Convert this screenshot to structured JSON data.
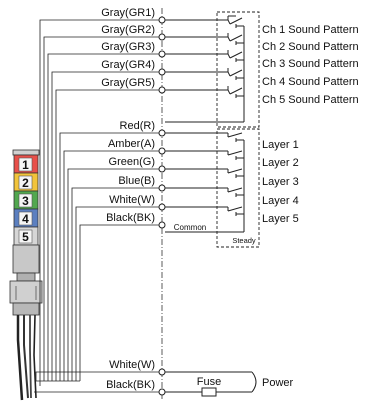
{
  "wire_labels": {
    "gr1": "Gray(GR1)",
    "gr2": "Gray(GR2)",
    "gr3": "Gray(GR3)",
    "gr4": "Gray(GR4)",
    "gr5": "Gray(GR5)",
    "red": "Red(R)",
    "amber": "Amber(A)",
    "green": "Green(G)",
    "blue": "Blue(B)",
    "white": "White(W)",
    "black": "Black(BK)",
    "white_bottom": "White(W)",
    "black_bottom": "Black(BK)"
  },
  "sound_channels": [
    "Ch 1 Sound Pattern",
    "Ch 2 Sound Pattern",
    "Ch 3 Sound Pattern",
    "Ch 4 Sound Pattern",
    "Ch 5 Sound Pattern"
  ],
  "layers": [
    "Layer 1",
    "Layer 2",
    "Layer 3",
    "Layer 4",
    "Layer 5"
  ],
  "labels": {
    "common": "Common",
    "steady": "Steady",
    "fuse": "Fuse",
    "power": "Power"
  },
  "tower_segments": [
    {
      "num": "1",
      "color": "#e8504a"
    },
    {
      "num": "2",
      "color": "#f2c43a"
    },
    {
      "num": "3",
      "color": "#52a84f"
    },
    {
      "num": "4",
      "color": "#5b7fc0"
    },
    {
      "num": "5",
      "color": "#d6d6d6"
    }
  ]
}
